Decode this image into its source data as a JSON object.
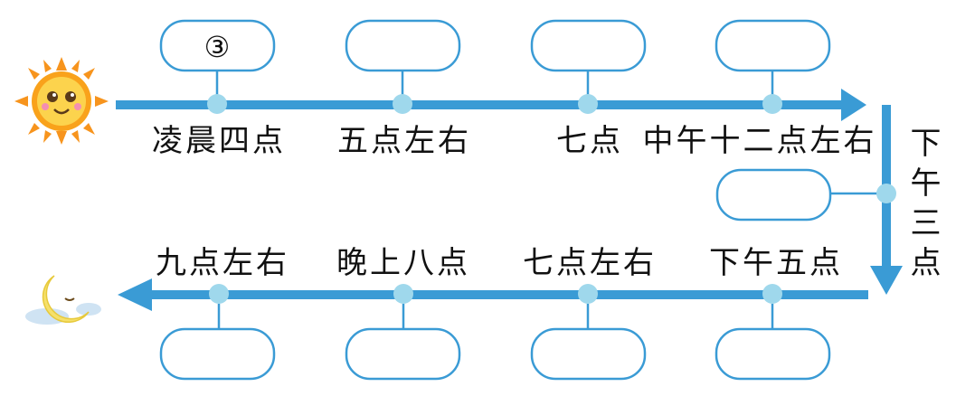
{
  "timeline": {
    "top_row": [
      {
        "label": "凌晨四点",
        "answer": "③"
      },
      {
        "label": "五点左右",
        "answer": ""
      },
      {
        "label": "七点",
        "answer": ""
      },
      {
        "label": "中午十二点左右",
        "answer": ""
      }
    ],
    "right_side": {
      "label": "下午三点",
      "answer": ""
    },
    "bottom_row": [
      {
        "label": "九点左右",
        "answer": ""
      },
      {
        "label": "晚上八点",
        "answer": ""
      },
      {
        "label": "七点左右",
        "answer": ""
      },
      {
        "label": "下午五点",
        "answer": ""
      }
    ]
  },
  "icons": {
    "sun": "sun-icon",
    "moon": "moon-icon"
  },
  "colors": {
    "line": "#3a9bd5",
    "dot": "#9fd8ec",
    "sun": "#f7941d",
    "moon": "#f5e06b",
    "cloud": "#cfe3f3"
  }
}
